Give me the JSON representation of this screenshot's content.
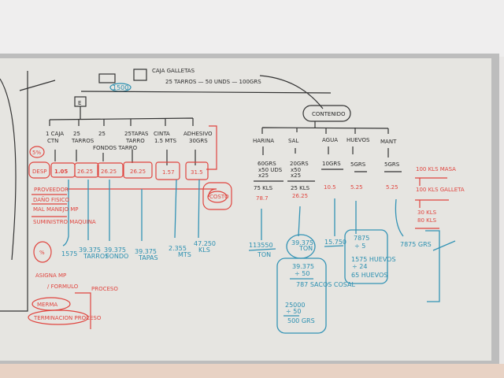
{
  "title": {
    "line1": "CAJA GALLETAS",
    "line2": "25 TARROS — 50 UNDS — 100GRS"
  },
  "badge_1500": "1500",
  "box_e": "E",
  "contenido": "CONTENIDO",
  "left_items": [
    {
      "label1": "1 CAJA",
      "label2": "CTN",
      "cost": "1.05",
      "total": "1575",
      "unit": ""
    },
    {
      "label1": "25",
      "label2": "TARROS",
      "cost": "26.25",
      "total": "39.375",
      "unit": "TARROS"
    },
    {
      "label1": "25",
      "label2": "FONDOS TARRO",
      "cost": "26.25",
      "total": "39.375",
      "unit": "FONDO"
    },
    {
      "label1": "25TAPAS",
      "label2": "TARRO",
      "cost": "26.25",
      "total": "39.375",
      "unit": "TAPAS"
    },
    {
      "label1": "CINTA",
      "label2": "1.5 MTS",
      "cost": "1.57",
      "total": "2.355",
      "unit": "MTS"
    },
    {
      "label1": "ADHESIVO",
      "label2": "30GRS",
      "cost": "31.5",
      "total": "47.250",
      "unit": "KLS"
    }
  ],
  "right_items": [
    {
      "label": "HARINA",
      "qty": "60GRS",
      "qty2": "x50 UDS",
      "qty3": "x25",
      "sub": "75 KLS",
      "cost": "78.7",
      "total": "113550",
      "unit": "TON"
    },
    {
      "label": "SAL",
      "qty": "20GRS",
      "qty2": "x50",
      "qty3": "x25",
      "sub": "25 KLS",
      "cost": "26.25",
      "total": "39.375",
      "unit": "TON"
    },
    {
      "label": "AGUA",
      "qty": "10GRS",
      "qty2": "",
      "qty3": "",
      "sub": "",
      "cost": "10.5",
      "total": "15.750",
      "unit": ""
    },
    {
      "label": "HUEVOS",
      "qty": "5GRS",
      "qty2": "",
      "qty3": "",
      "sub": "",
      "cost": "5.25",
      "total": "7875",
      "unit": ""
    },
    {
      "label": "MANT",
      "qty": "5GRS",
      "qty2": "",
      "qty3": "",
      "sub": "",
      "cost": "5.25",
      "total": "7875 GRS",
      "unit": ""
    }
  ],
  "sal_calc": {
    "a": "39.375",
    "b": "÷ 50",
    "c": "787 SACOS COSAL",
    "d": "25000",
    "e": "÷ 50",
    "f": "500 GRS"
  },
  "huevos_calc": {
    "a": "7875",
    "b": "÷ 5",
    "c": "1575 HUEVOS",
    "d": "÷ 24",
    "e": "65 HUEVOS"
  },
  "red_notes": {
    "pct": "5%",
    "desp": "DESP",
    "proveedor": "PROVEEDOR",
    "dano": "DAÑO FISICO",
    "mal": "MAL MANEJO MP",
    "suministro": "SUMINISTRO MAQUINA",
    "percent": "%",
    "asigna": "ASIGNA MP",
    "formula": "/ FORMULO",
    "proceso": "PROCESO",
    "merma": "MERMA",
    "terminacion": "TERMINACION PROCESO",
    "costo": "COSTO",
    "kls1": "100 KLS MASA",
    "kls2": "100 KLS GALLETA",
    "kls3": "30 KLS",
    "kls4": "80 KLS"
  }
}
